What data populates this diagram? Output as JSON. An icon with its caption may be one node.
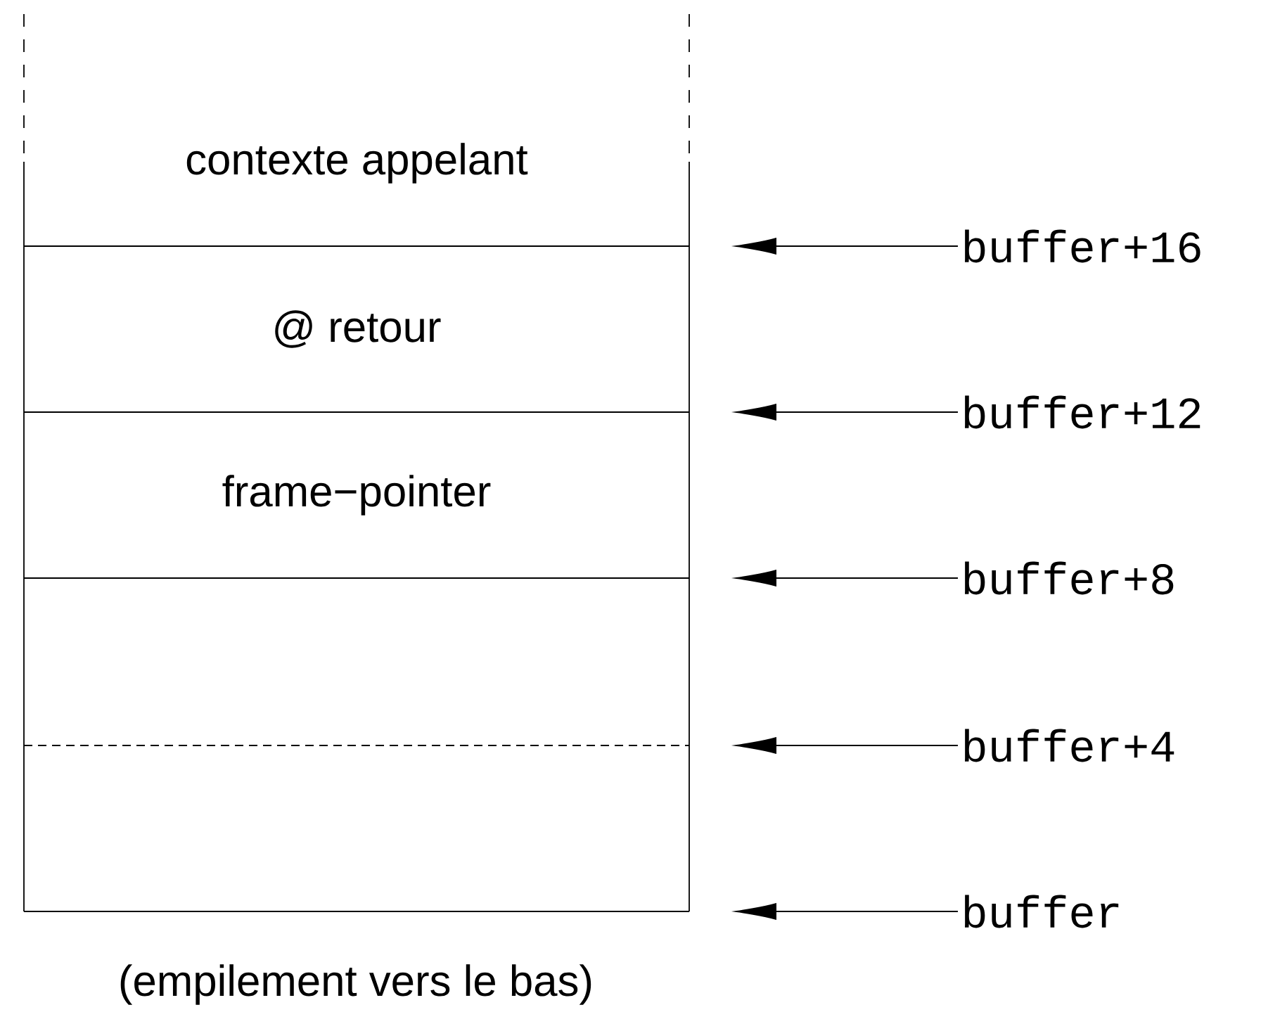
{
  "diagram": {
    "caption": "(empilement vers le bas)",
    "nodes": [
      {
        "text": [
          "contexte appelant"
        ]
      },
      {
        "text": [
          "@ retour"
        ]
      },
      {
        "text": [
          "frame−pointer"
        ]
      },
      {
        "text": [],
        "shape": "box"
      },
      {
        "text": [],
        "shape": "box"
      },
      {
        "text": [
          "buffer+16"
        ]
      },
      {
        "text": [
          "buffer+12"
        ]
      },
      {
        "text": [
          "buffer+8"
        ]
      },
      {
        "text": [
          "buffer+4"
        ]
      },
      {
        "text": [
          "buffer"
        ]
      }
    ],
    "edges": [
      {
        "from": 5,
        "to": null,
        "arrow": "to"
      },
      {
        "from": 6,
        "to": null,
        "arrow": "to"
      },
      {
        "from": 7,
        "to": null,
        "arrow": "to"
      },
      {
        "from": 8,
        "to": null,
        "arrow": "to"
      },
      {
        "from": 9,
        "to": null,
        "arrow": "to"
      }
    ]
  }
}
